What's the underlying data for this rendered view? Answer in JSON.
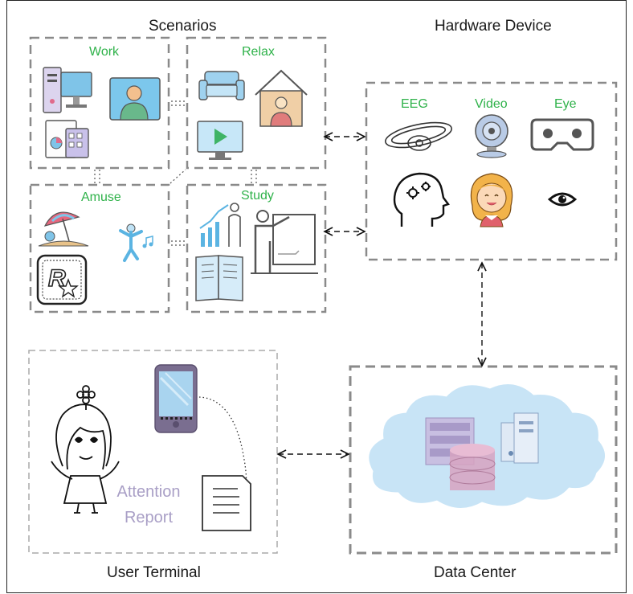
{
  "scenarios": {
    "title": "Scenarios",
    "work": "Work",
    "relax": "Relax",
    "amuse": "Amuse",
    "study": "Study"
  },
  "hardware": {
    "title": "Hardware Device",
    "eeg": "EEG",
    "video": "Video",
    "eye": "Eye"
  },
  "user_terminal": {
    "title": "User Terminal",
    "report_line1": "Attention",
    "report_line2": "Report"
  },
  "data_center": {
    "title": "Data Center"
  },
  "colors": {
    "scenario_label": "#2fb24a",
    "report_text": "#a99fc6",
    "dashed_border": "#8a8a8a",
    "cloud": "#c8e4f6"
  },
  "icons": [
    "desktop-computer-icon",
    "video-call-icon",
    "document-chart-icon",
    "sofa-icon",
    "home-person-icon",
    "tv-play-icon",
    "beach-umbrella-icon",
    "dancer-music-icon",
    "rockstar-logo-icon",
    "growth-chart-person-icon",
    "teacher-board-icon",
    "open-book-icon",
    "eeg-headband-icon",
    "webcam-icon",
    "vr-headset-icon",
    "brain-gears-icon",
    "girl-face-icon",
    "eye-icon",
    "smartphone-icon",
    "report-document-icon",
    "girl-doodle-icon",
    "server-rack-icon",
    "database-icon",
    "cloud-icon"
  ]
}
